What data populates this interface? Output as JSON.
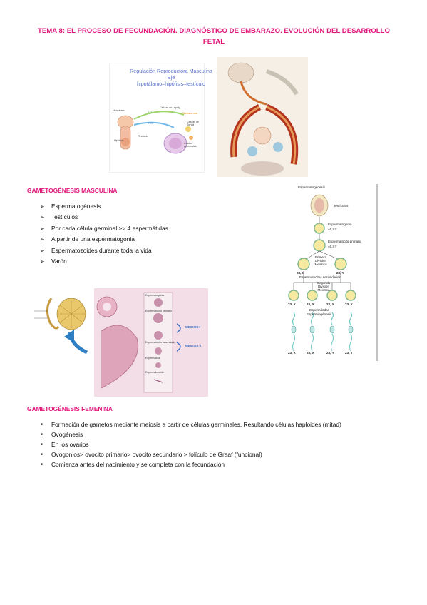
{
  "title": "TEMA 8: EL PROCESO DE FECUNDACIÓN. DIAGNÓSTICO DE EMBARAZO. EVOLUCIÓN DEL DESARROLLO FETAL",
  "figure_regulacion": {
    "title_lines": [
      "Regulación Reproductora Masculina",
      "Eje",
      "hipotálamo–hipófisis–testículo"
    ],
    "labels": {
      "hipotalamo": "Hipotálamo",
      "hipofisis": "Hipófisis",
      "testiculo": "Testículo",
      "leydig": "Células de Leydig",
      "testosterona": "Testosterona",
      "sertoli": "Células de Sertoli",
      "germinales": "Células germinales",
      "lh": "LH",
      "fsh": "FSH"
    }
  },
  "section_masculina": {
    "heading": "GAMETOGÉNESIS MASCULINA",
    "items": [
      "Espermatogénesis",
      "Testículos",
      "Por cada célula germinal >> 4 espermátidas",
      "A partir de una espermatogonia",
      "Espermatozoides durante toda la vida",
      "Varón"
    ]
  },
  "figure_espermatogenesis": {
    "title": "Espermatogénesis",
    "testiculos": "Testículos",
    "espermatogonio": "Espermatogonio",
    "espermatogonio_chr": "46,XY",
    "espermatocito_primario": "Espermatocito primario",
    "espermatocito_primario_chr": "46,XY",
    "primera_division": "Primera División Meiótica",
    "espermatocitos_secundarios": "Espermatocitos secundarios",
    "chr_x": "23, X",
    "chr_y": "23, Y",
    "segunda_division": "Segunda División Meiótica",
    "espermatidas": "Espermátidas",
    "espermiogenesis": "Espermiogénesis"
  },
  "figure_histologia": {
    "meiosis_1": "MEIOSIS I",
    "meiosis_2": "MEIOSIS II",
    "espermatogonia": "Espermatogonia",
    "espermatocito_1": "Espermatocito primario",
    "espermatocito_2": "Espermatocito secundario",
    "espermatida": "Espermátida",
    "espermatozoide": "Espermatozoide"
  },
  "section_femenina": {
    "heading": "GAMETOGÉNESIS FEMENINA",
    "items": [
      "Formación de gametos mediante meiosis a partir de células germinales. Resultando células haploides (mitad)",
      "Ovogénesis",
      "En los ovarios",
      "Ovogonios> ovocito primario> ovocito secundario > folículo de Graaf (funcional)",
      "Comienza antes del nacimiento y se completa con la fecundación"
    ]
  },
  "colors": {
    "accent": "#e0187d",
    "figure_blue": "#5b73c6"
  }
}
